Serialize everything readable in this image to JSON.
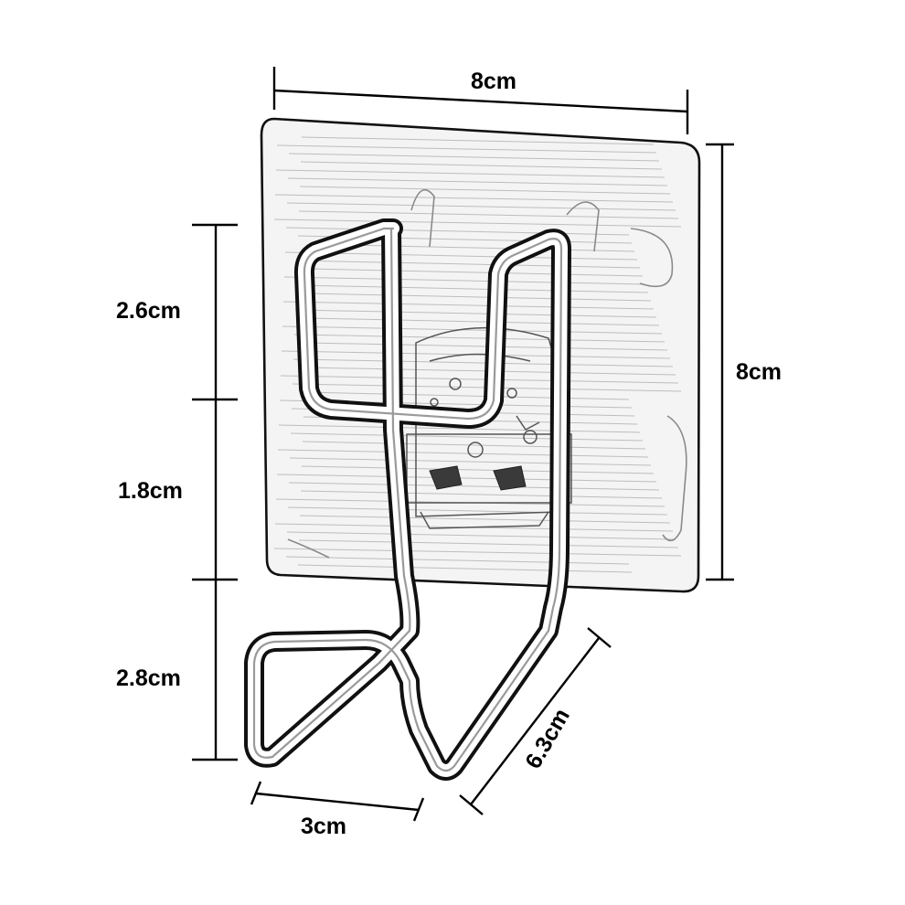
{
  "dimensions": {
    "panel_width": "8cm",
    "panel_height": "8cm",
    "upper_hook_height": "2.6cm",
    "middle_height": "1.8cm",
    "lower_hook_height": "2.8cm",
    "lower_hook_width": "3cm",
    "hook_depth": "6.3cm"
  }
}
